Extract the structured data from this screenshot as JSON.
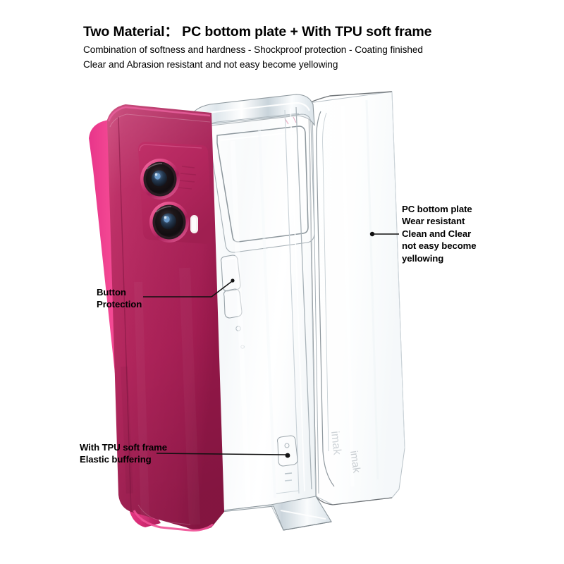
{
  "header": {
    "title": "Two Material：  PC bottom plate + With TPU soft frame",
    "subtitle_1": "Combination of softness and hardness - Shockproof protection - Coating finished",
    "subtitle_2": "Clear and Abrasion resistant and not easy become yellowing"
  },
  "callouts": {
    "pc_plate": {
      "line_1": "PC bottom plate",
      "line_2": "Wear resistant",
      "line_3": "Clean and Clear",
      "line_4": "not easy become",
      "line_5": "yellowing"
    },
    "button_protection": {
      "line_1": "Button",
      "line_2": "Protection"
    },
    "tpu_frame": {
      "line_1": "With TPU soft frame",
      "line_2": "Elastic buffering"
    }
  },
  "product": {
    "brand_mark": "imak",
    "phone": {
      "name": "phone-back",
      "body_color": "#b2245c",
      "body_color_light": "#c43568",
      "body_color_dark": "#8e1a47",
      "edge_highlight": "#f03d87",
      "camera_ring_color": "#d8437e",
      "lens_color": "#1a1416",
      "flash_color": "#f4f0ef"
    },
    "tpu_case": {
      "name": "tpu-soft-frame",
      "tint": "#f2f5f7",
      "outline": "#9aa3a8"
    },
    "pc_plate": {
      "name": "pc-bottom-plate",
      "tint": "#fbfcfd",
      "outline": "#6f7478"
    }
  },
  "colors": {
    "background": "#ffffff",
    "text": "#000000",
    "leader_line": "#0d0d0d"
  }
}
